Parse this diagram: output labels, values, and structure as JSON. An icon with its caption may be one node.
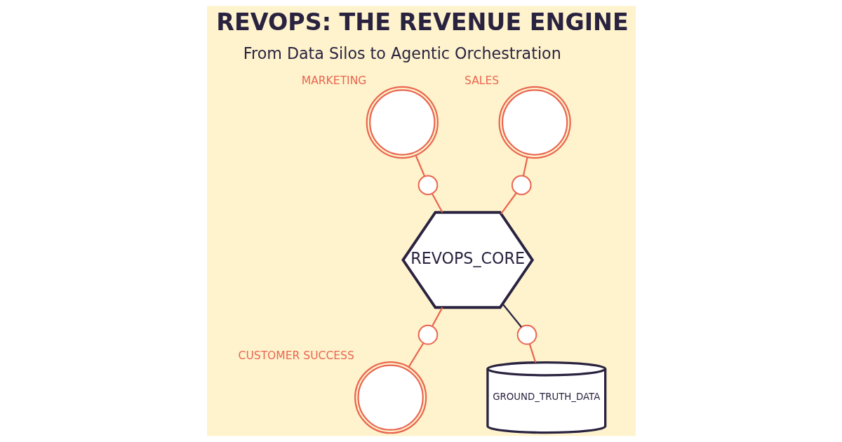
{
  "diagram": {
    "title": "REVOPS: THE REVENUE ENGINE",
    "nodes": [
      {
        "text": [
          "MARKETING"
        ]
      },
      {
        "text": [
          "SALES"
        ]
      },
      {
        "text": [],
        "shape": "circle"
      },
      {
        "text": [],
        "shape": "circle"
      },
      {
        "text": [
          "REVOPS_CORE"
        ]
      },
      {
        "text": [],
        "shape": "circle"
      },
      {
        "text": [
          "CUSTOMER SUCCESS"
        ]
      },
      {
        "text": [],
        "shape": "circle"
      },
      {
        "text": [
          "GROUND_TRUTH_DATA"
        ]
      }
    ],
    "edges": [
      {
        "from": 0,
        "to": 2,
        "arrow": "none"
      },
      {
        "from": 2,
        "to": 4,
        "arrow": "none"
      },
      {
        "from": 1,
        "to": 3,
        "arrow": "none"
      },
      {
        "from": 3,
        "to": 4,
        "arrow": "none"
      },
      {
        "from": 4,
        "to": 5,
        "arrow": "none"
      },
      {
        "from": 5,
        "to": 6,
        "arrow": "none"
      },
      {
        "from": 4,
        "to": 7,
        "arrow": "none",
        "color": "#2a2340"
      },
      {
        "from": 7,
        "to": 8,
        "arrow": "none"
      }
    ],
    "labels": [
      "From Data Silos to Agentic Orchestration"
    ]
  }
}
